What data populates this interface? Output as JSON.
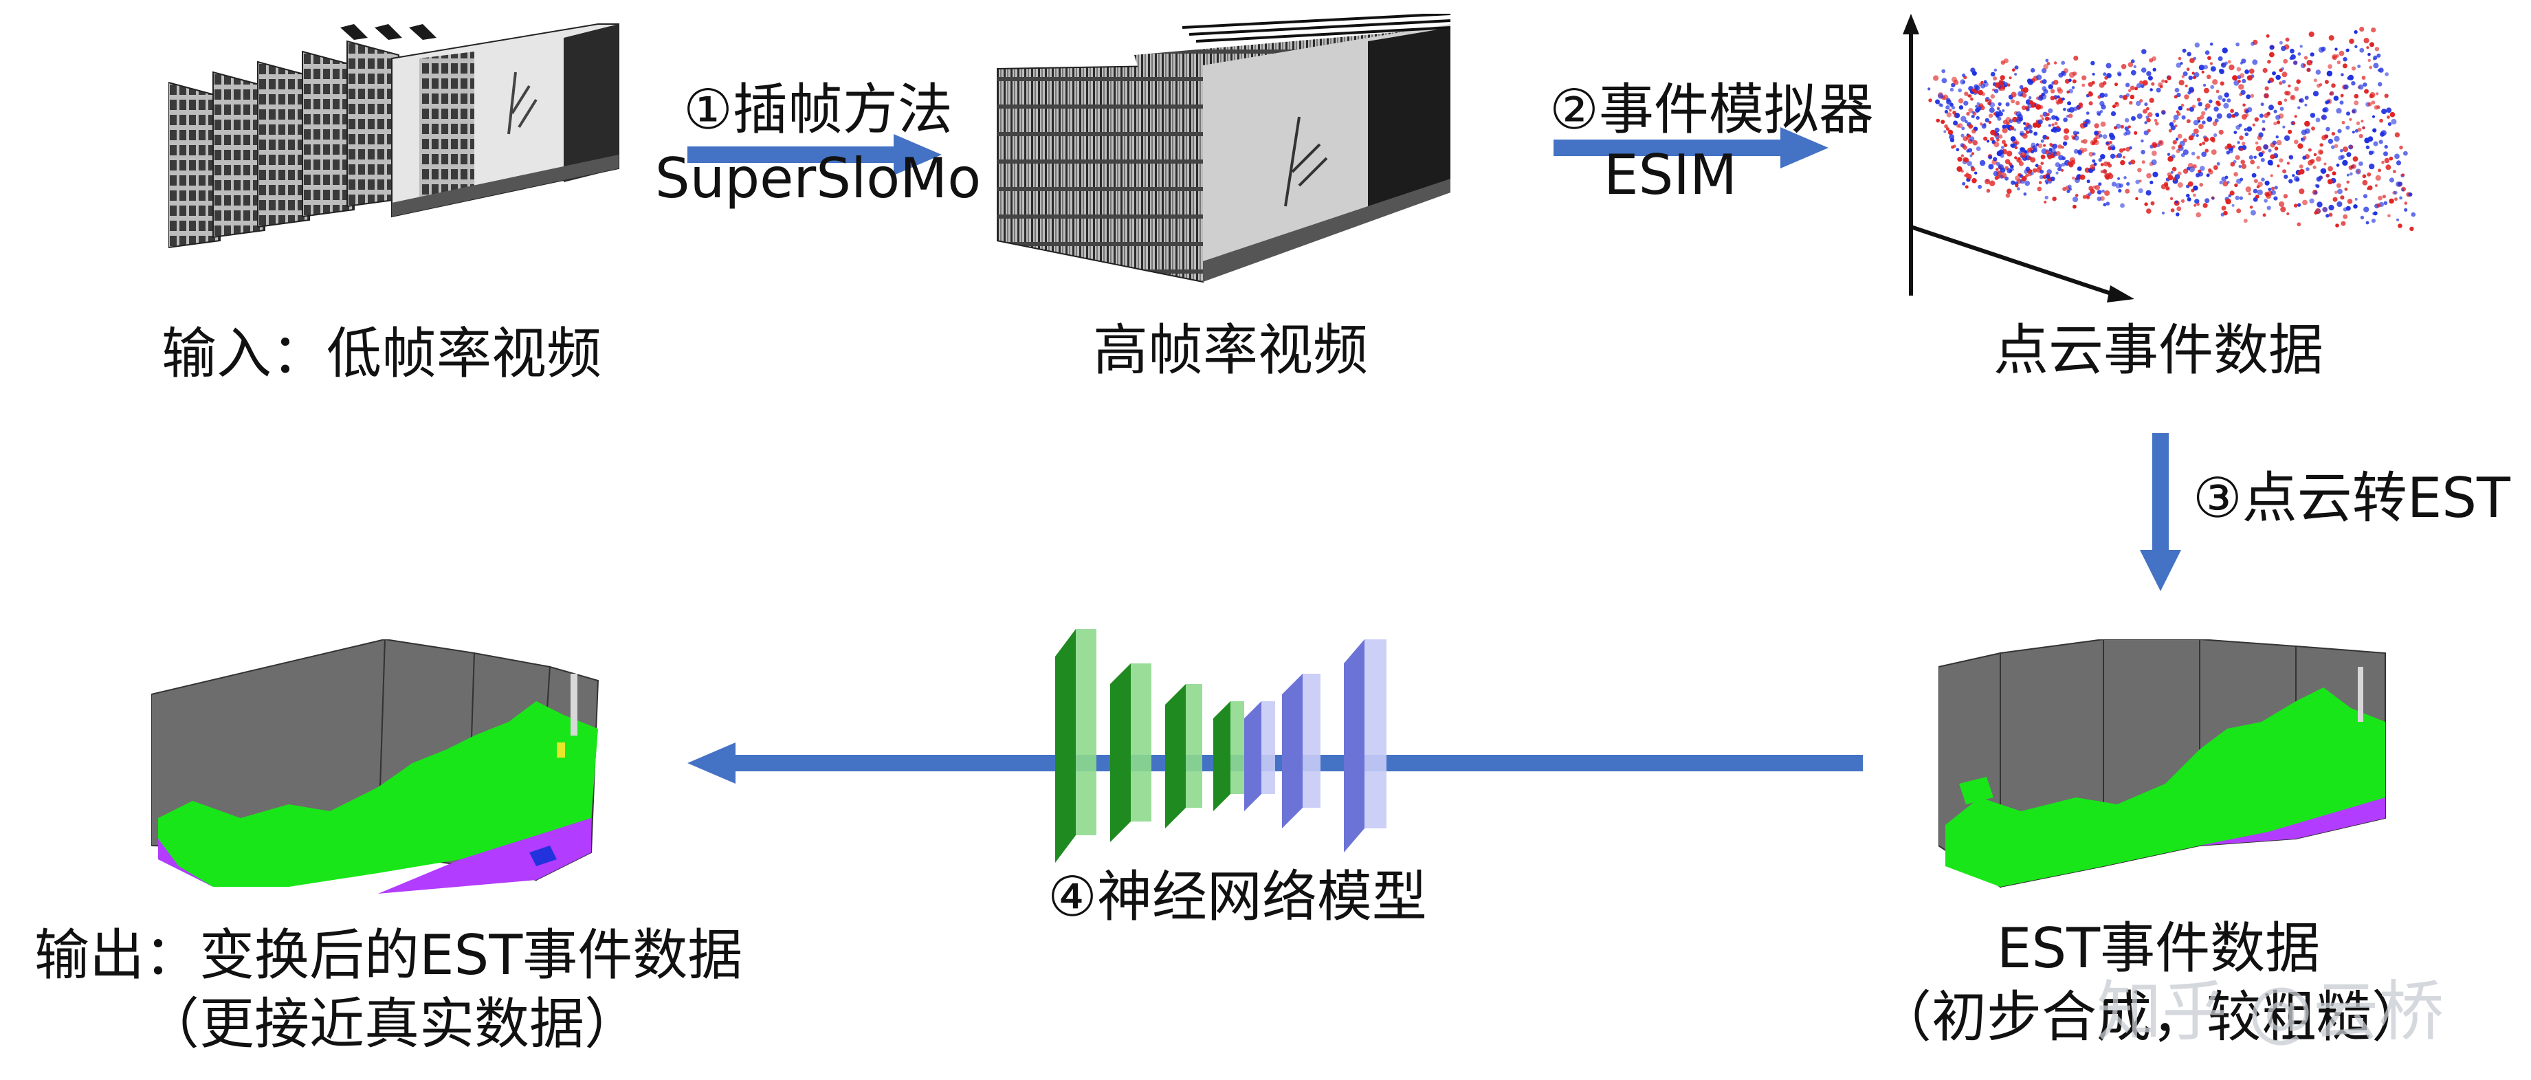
{
  "stages": {
    "input_label": "输入：低帧率视频",
    "high_fps_label": "高帧率视频",
    "point_cloud_label": "点云事件数据",
    "est_label_line1": "EST事件数据",
    "est_label_line2": "（初步合成，较粗糙）",
    "output_label_line1": "输出：变换后的EST事件数据",
    "output_label_line2": "（更接近真实数据）"
  },
  "steps": {
    "step1_title": "①插帧方法",
    "step1_method": "SuperSloMo",
    "step2_title": "②事件模拟器",
    "step2_method": "ESIM",
    "step3_title": "③点云转EST",
    "step4_title": "④神经网络模型"
  },
  "watermark": "知乎 @云桥",
  "colors": {
    "arrow": "#4472c4",
    "segment_gray": "#6d6d6d",
    "segment_green": "#19e619",
    "segment_purple": "#b23cff",
    "net_green": "#2e9a2e",
    "net_purple": "#9aa0ee"
  }
}
